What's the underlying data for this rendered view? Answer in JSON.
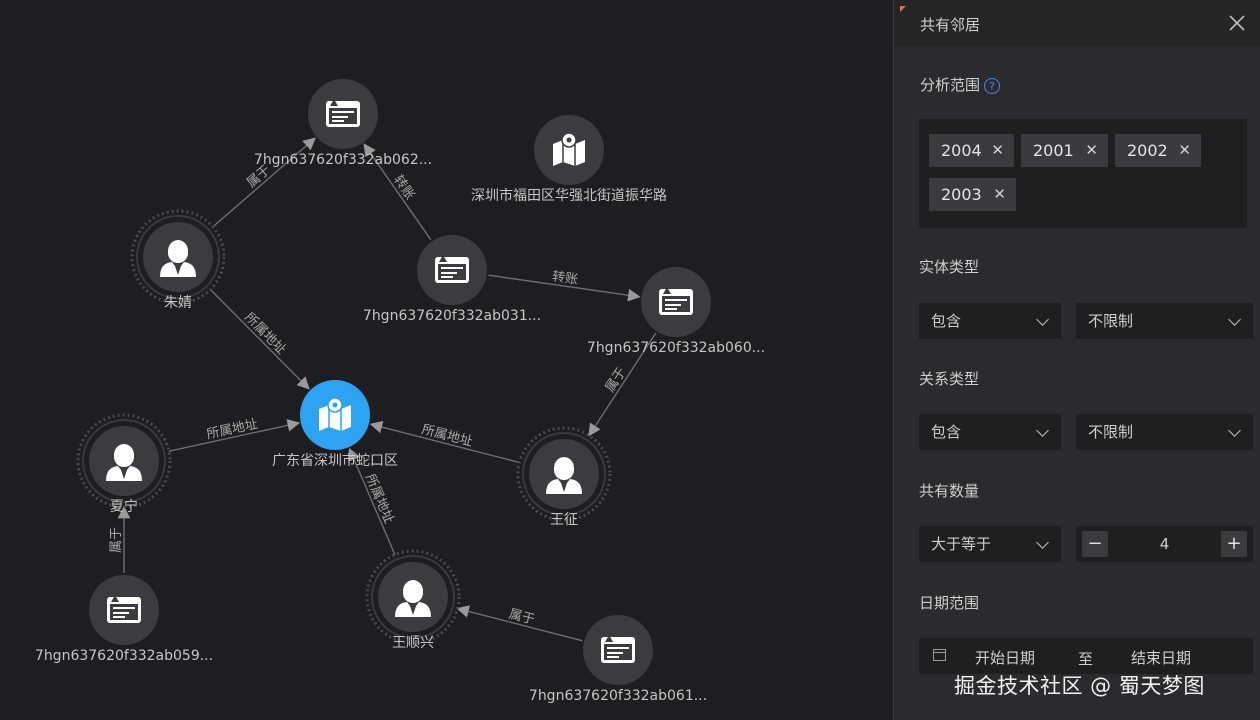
{
  "graph": {
    "nodes": [
      {
        "id": "n_top",
        "kind": "card",
        "label": "7hgn637620f332ab062..."
      },
      {
        "id": "n_loc1",
        "kind": "location",
        "label": "深圳市福田区华强北街道振华路"
      },
      {
        "id": "n_zhujing",
        "kind": "person",
        "label": "朱婧"
      },
      {
        "id": "n_mid",
        "kind": "card",
        "label": "7hgn637620f332ab031..."
      },
      {
        "id": "n_right",
        "kind": "card",
        "label": "7hgn637620f332ab060..."
      },
      {
        "id": "n_center",
        "kind": "location-active",
        "label": "广东省深圳市蛇口区"
      },
      {
        "id": "n_xianing",
        "kind": "person",
        "label": "夏宁"
      },
      {
        "id": "n_wangzheng",
        "kind": "person",
        "label": "王征"
      },
      {
        "id": "n_wangshunxing",
        "kind": "person",
        "label": "王顺兴"
      },
      {
        "id": "n_bl",
        "kind": "card",
        "label": "7hgn637620f332ab059..."
      },
      {
        "id": "n_br",
        "kind": "card",
        "label": "7hgn637620f332ab061..."
      }
    ],
    "edges": [
      {
        "from": "n_zhujing",
        "to": "n_top",
        "label": "属于"
      },
      {
        "from": "n_mid",
        "to": "n_top",
        "label": "转账"
      },
      {
        "from": "n_mid",
        "to": "n_right",
        "label": "转账"
      },
      {
        "from": "n_zhujing",
        "to": "n_center",
        "label": "所属地址"
      },
      {
        "from": "n_xianing",
        "to": "n_center",
        "label": "所属地址"
      },
      {
        "from": "n_wangzheng",
        "to": "n_center",
        "label": "所属地址"
      },
      {
        "from": "n_wangshunxing",
        "to": "n_center",
        "label": "所属地址"
      },
      {
        "from": "n_right",
        "to": "n_wangzheng",
        "label": "属于"
      },
      {
        "from": "n_bl",
        "to": "n_xianing",
        "label": "属于"
      },
      {
        "from": "n_br",
        "to": "n_wangshunxing",
        "label": "属于"
      }
    ]
  },
  "panel": {
    "title": "共有邻居",
    "scope_label": "分析范围",
    "help_glyph": "?",
    "tags": [
      "2004",
      "2001",
      "2002",
      "2003"
    ],
    "tag_remove_glyph": "✕",
    "entity_type": {
      "label": "实体类型",
      "mode": "包含",
      "value": "不限制"
    },
    "relation_type": {
      "label": "关系类型",
      "mode": "包含",
      "value": "不限制"
    },
    "shared_count": {
      "label": "共有数量",
      "mode": "大于等于",
      "value": "4",
      "minus": "−",
      "plus": "+"
    },
    "date_range": {
      "label": "日期范围",
      "start": "开始日期",
      "separator": "至",
      "end": "结束日期"
    }
  },
  "watermark": "掘金技术社区 @ 蜀天梦图",
  "colors": {
    "accent": "#2ea3f2",
    "node_bg": "#3c3c40",
    "bg": "#1e1e22",
    "panel_bg": "#2b2b2f"
  }
}
